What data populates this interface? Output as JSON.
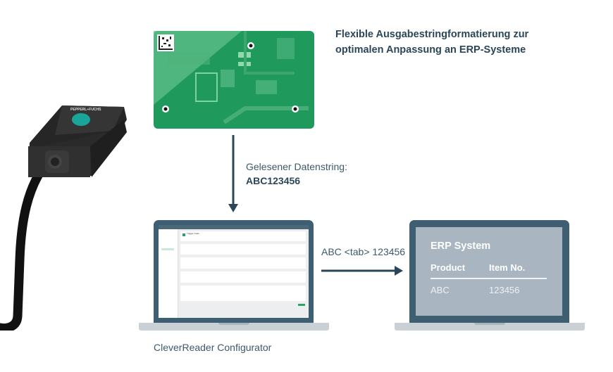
{
  "heading": {
    "line1": "Flexible Ausgabestringformatierung zur",
    "line2": "optimalen Anpassung an ERP-Systeme"
  },
  "read_string": {
    "label": "Gelesener Datenstring:",
    "value": "ABC123456"
  },
  "output_string": "ABC <tab> 123456",
  "configurator": {
    "caption": "CleverReader Configurator",
    "section_title": "Trigger mode"
  },
  "erp": {
    "title": "ERP System",
    "columns": [
      "Product",
      "Item No."
    ],
    "row": [
      "ABC",
      "123456"
    ]
  },
  "colors": {
    "text_dark": "#2b4757",
    "laptop_bezel": "#3e5f72",
    "erp_screen": "#a9b5c1",
    "pcb_green": "#1f9a5c",
    "scanner_body": "#2c2c2c",
    "scanner_button": "#1aa59a",
    "accent_green": "#27a56b"
  }
}
